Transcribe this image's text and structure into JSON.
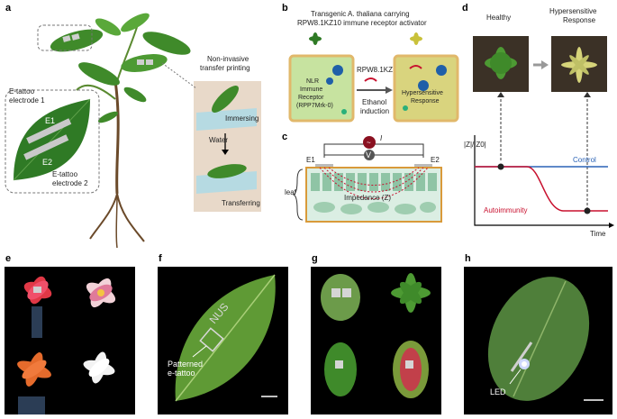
{
  "panels": {
    "a": {
      "label": "a",
      "transfer_title_1": "Non-invasive",
      "transfer_title_2": "transfer printing",
      "electrode1_line1": "E-tattoo",
      "electrode1_line2": "electrode 1",
      "electrode2_line1": "E-tattoo",
      "electrode2_line2": "electrode 2",
      "e1": "E1",
      "e2": "E2",
      "water": "Water",
      "immersing": "Immersing",
      "transferring": "Transferring"
    },
    "b": {
      "label": "b",
      "title_line1": "Transgenic A. thaliana carrying",
      "title_line2": "RPW8.1KZ10 immune receptor activator",
      "receptor_line1": "NLR",
      "receptor_line2": "Immune",
      "receptor_line3": "Receptor",
      "receptor_line4": "(RPP7Mrk-0)",
      "activator": "RPW8.1KZ10",
      "induction_line1": "Ethanol",
      "induction_line2": "induction",
      "response_line1": "Hypersensitive",
      "response_line2": "Response"
    },
    "c": {
      "label": "c",
      "current": "I",
      "voltage": "V",
      "e1": "E1",
      "e2": "E2",
      "leaf": "leaf",
      "impedance": "Impedance (Z)"
    },
    "d": {
      "label": "d",
      "healthy": "Healthy",
      "hyper_line1": "Hypersensitive",
      "hyper_line2": "Response",
      "ylabel": "|Z|/|Z0|",
      "xlabel": "Time",
      "control": "Control",
      "autoimmunity": "Autoimmunity"
    },
    "e": {
      "label": "e"
    },
    "f": {
      "label": "f",
      "logo": "NUS",
      "caption_line1": "Patterned",
      "caption_line2": "e-tattoo"
    },
    "g": {
      "label": "g"
    },
    "h": {
      "label": "h",
      "led": "LED"
    }
  },
  "colors": {
    "leaf": "#3f8a2a",
    "control": "#2a62b5",
    "autoimmunity": "#c8102e",
    "dark_panel": "#000000"
  }
}
